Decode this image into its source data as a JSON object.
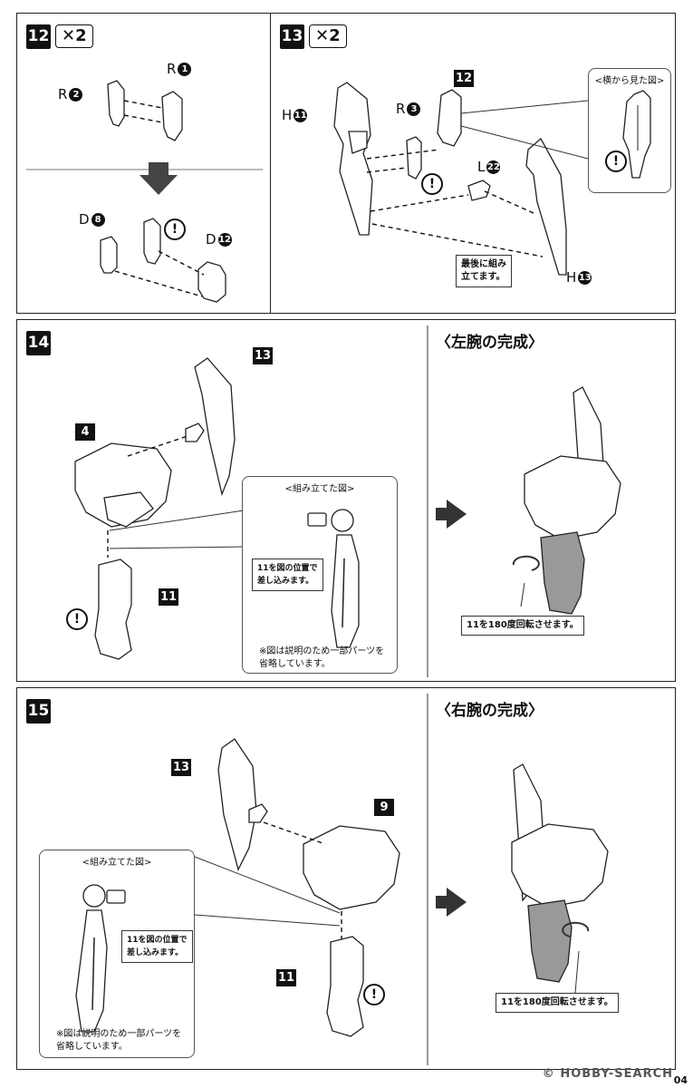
{
  "step12": {
    "number": "12",
    "multiplier": "✕2",
    "labels": {
      "r1": "R",
      "r1n": "1",
      "r2": "R",
      "r2n": "2",
      "d8": "D",
      "d8n": "8",
      "d12": "D",
      "d12n": "12"
    },
    "warn": "!"
  },
  "step13": {
    "number": "13",
    "multiplier": "✕2",
    "labels": {
      "h11": "H",
      "h11n": "11",
      "r3": "R",
      "r3n": "3",
      "p12": "12",
      "l22": "L",
      "l22n": "22",
      "h13": "H",
      "h13n": "13"
    },
    "side_view_title": "<横から見た図>",
    "note": [
      "最後に組み",
      "立てます。"
    ],
    "warn": "!"
  },
  "step14": {
    "number": "14",
    "p13": "13",
    "p4": "4",
    "p11": "11",
    "heading": "〈左腕の完成〉",
    "inset_title": "<組み立てた図>",
    "inset_note": [
      "11を図の位置で",
      "差し込みます。"
    ],
    "inset_caption": [
      "※図は説明のため一部パーツを",
      "省略しています。"
    ],
    "rotate_note": "11を180度回転させます。",
    "warn": "!"
  },
  "step15": {
    "number": "15",
    "p13": "13",
    "p9": "9",
    "p11": "11",
    "heading": "〈右腕の完成〉",
    "inset_title": "<組み立てた図>",
    "inset_note": [
      "11を図の位置で",
      "差し込みます。"
    ],
    "inset_caption": [
      "※図は説明のため一部パーツを",
      "省略しています。"
    ],
    "rotate_note": "11を180度回転させます。",
    "warn": "!"
  },
  "footer": {
    "watermark": "© HOBBY-SEARCH",
    "page": "04"
  }
}
